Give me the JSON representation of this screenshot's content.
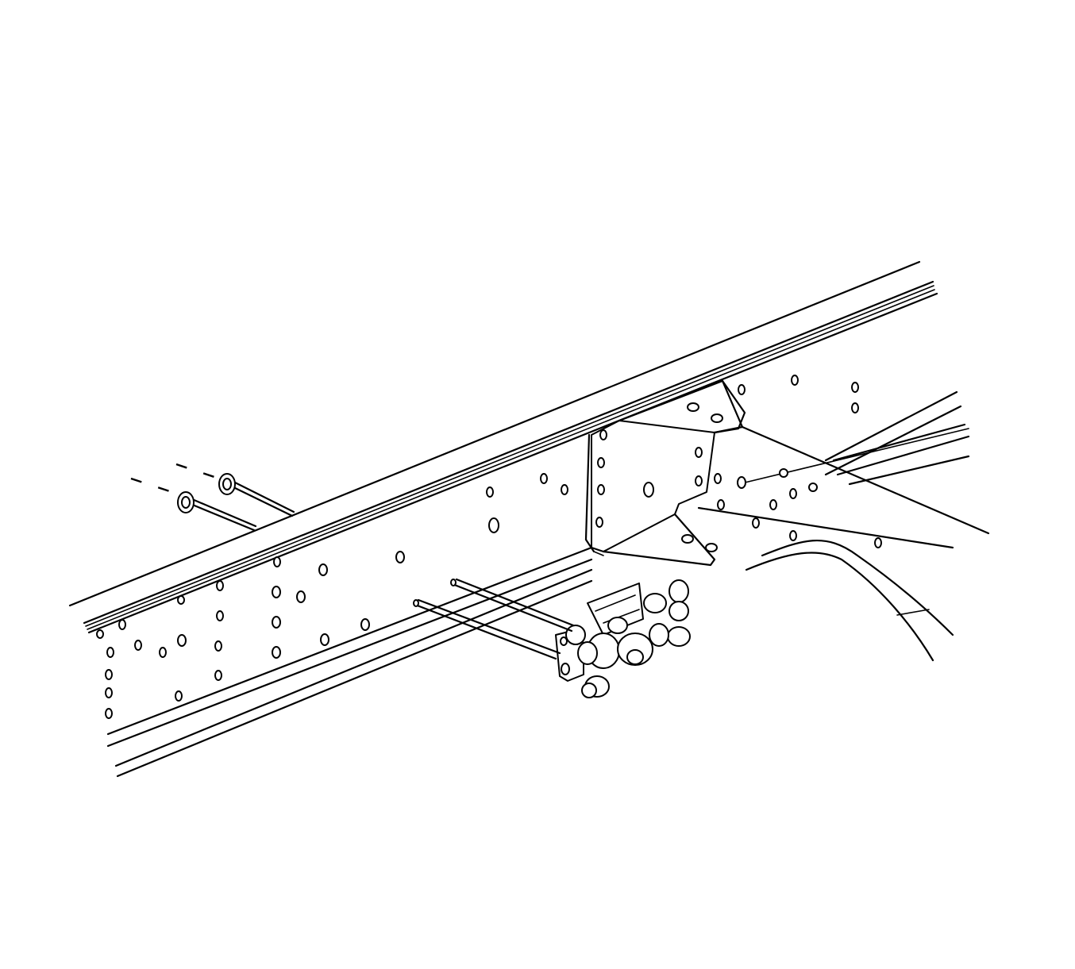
{
  "figure": {
    "background": "#ffffff",
    "line_color": "#000000",
    "components": [
      {
        "id": "frame-rail",
        "icon": "frame-rail-icon"
      },
      {
        "id": "crossmember",
        "icon": "crossmember-icon"
      },
      {
        "id": "crossmember-bracket",
        "icon": "bracket-icon"
      },
      {
        "id": "brake-valve",
        "icon": "valve-icon"
      },
      {
        "id": "mounting-bolt-1",
        "icon": "bolt-icon"
      },
      {
        "id": "mounting-bolt-2",
        "icon": "bolt-icon"
      },
      {
        "id": "nut-washer-1",
        "icon": "nut-icon"
      },
      {
        "id": "nut-washer-2",
        "icon": "nut-icon"
      }
    ]
  }
}
